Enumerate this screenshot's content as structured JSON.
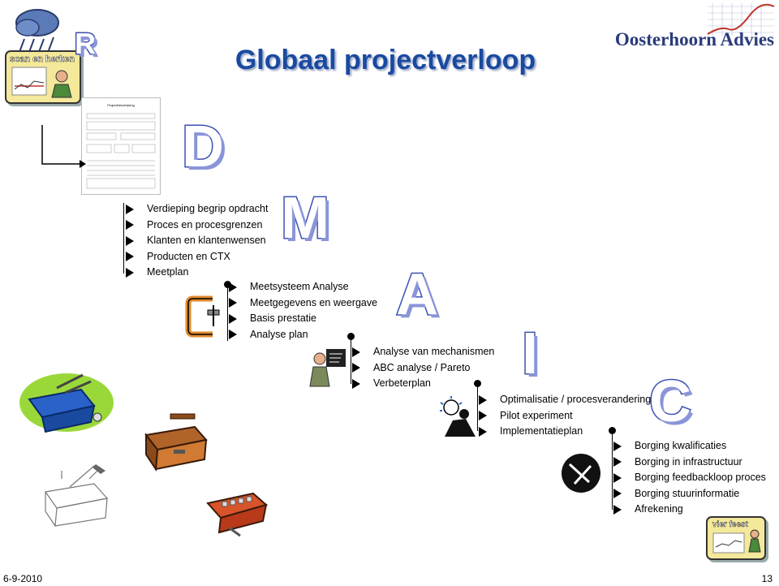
{
  "title": "Globaal projectverloop",
  "logo": {
    "text": "Oosterhoorn Advies"
  },
  "cards": {
    "start": {
      "label": "scan en herken"
    },
    "end": {
      "label": "vier feest"
    }
  },
  "document_form": {
    "header": "Projectbeschrijving"
  },
  "phases": [
    {
      "letter": "D",
      "steps": [
        "Verdieping begrip opdracht",
        "Proces en procesgrenzen",
        "Klanten en klantenwensen",
        "Producten en CTX",
        "Meetplan"
      ]
    },
    {
      "letter": "M",
      "steps": [
        "Meetsysteem Analyse",
        "Meetgegevens en weergave",
        "Basis prestatie",
        "Analyse plan"
      ]
    },
    {
      "letter": "A",
      "steps": [
        "Analyse van mechanismen",
        "ABC analyse / Pareto",
        "Verbeterplan"
      ]
    },
    {
      "letter": "I",
      "steps": [
        "Optimalisatie / procesverandering",
        "Pilot experiment",
        "Implementatieplan"
      ]
    },
    {
      "letter": "C",
      "steps": [
        "Borging kwalificaties",
        "Borging in infrastructuur",
        "Borging feedbackloop proces",
        "Borging stuurinformatie",
        "Afrekening"
      ]
    }
  ],
  "letter_R": "R",
  "footer": {
    "date": "6-9-2010",
    "page": "13"
  },
  "colors": {
    "title": "#1a4aa0",
    "letter_fill": "#ffffff",
    "letter_outline": "#3c4fb4"
  }
}
